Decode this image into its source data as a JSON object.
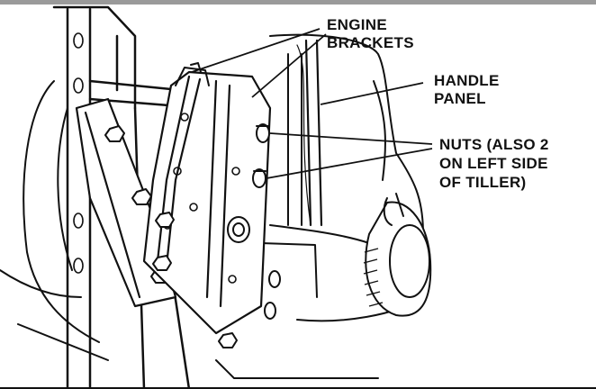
{
  "callouts": {
    "engine_brackets": [
      "ENGINE",
      "BRACKETS"
    ],
    "handle_panel": [
      "HANDLE",
      "PANEL"
    ],
    "nuts": [
      "NUTS (ALSO 2",
      "ON LEFT SIDE",
      "OF TILLER)"
    ]
  },
  "colors": {
    "ink": "#111111",
    "background": "#ffffff",
    "top_border": "#9a9a9a"
  }
}
